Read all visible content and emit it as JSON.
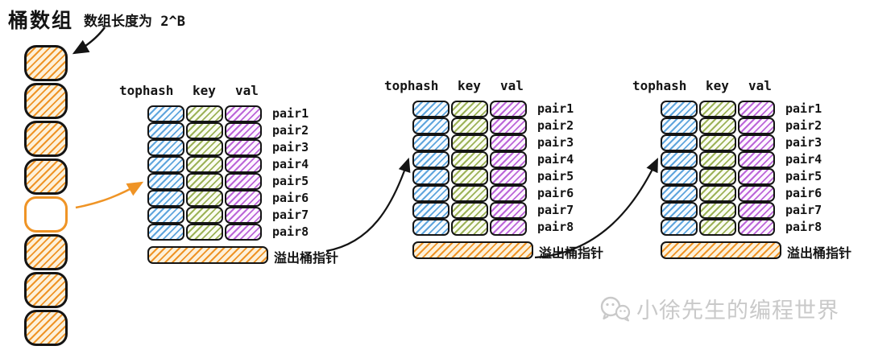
{
  "title": "桶数组",
  "annotation": "数组长度为 2^B",
  "column_headers": [
    "tophash",
    "key",
    "val"
  ],
  "pair_labels": [
    "pair1",
    "pair2",
    "pair3",
    "pair4",
    "pair5",
    "pair6",
    "pair7",
    "pair8"
  ],
  "overflow_label": "溢出桶指针",
  "watermark": "小徐先生的编程世界",
  "bucket_array": {
    "cell_count": 8,
    "empty_cell_index": 4
  },
  "bucket_count": 3,
  "colors": {
    "orange": "#ef9426",
    "blue": "#5ea4dc",
    "green": "#9cb257",
    "purple": "#bb65d8",
    "ink": "#141414",
    "watermark": "#c9c9c9"
  }
}
